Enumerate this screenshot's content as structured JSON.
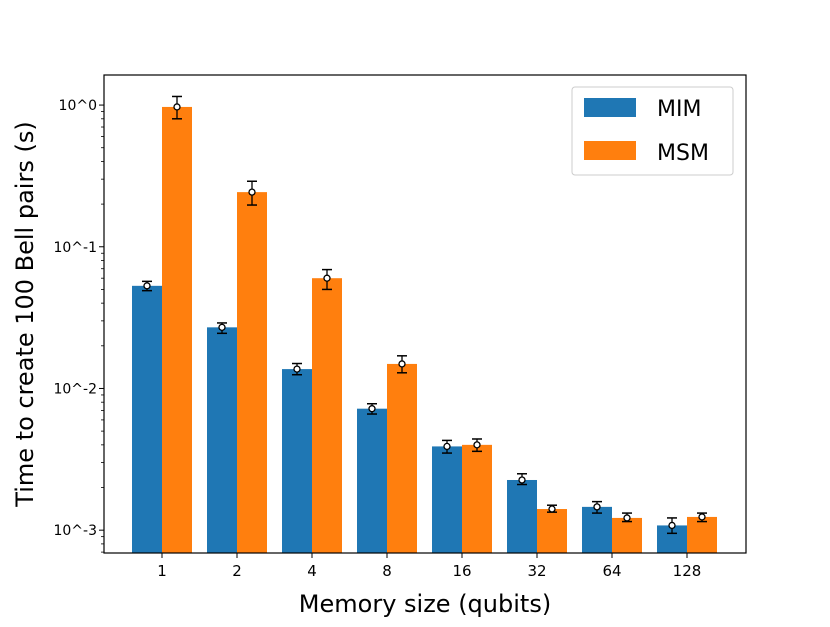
{
  "chart_data": {
    "type": "bar",
    "title": "",
    "xlabel": "Memory size (qubits)",
    "ylabel": "Time to create 100 Bell pairs (s)",
    "yscale": "log",
    "ylim": [
      0.00069,
      1.63
    ],
    "yticks": [
      {
        "value": 1,
        "label": "10^0"
      },
      {
        "value": 0.1,
        "label": "10^-1"
      },
      {
        "value": 0.01,
        "label": "10^-2"
      },
      {
        "value": 0.001,
        "label": "10^-3"
      }
    ],
    "categories": [
      "1",
      "2",
      "4",
      "8",
      "16",
      "32",
      "64",
      "128"
    ],
    "grid": false,
    "legend": "top-right",
    "series": [
      {
        "name": "MIM",
        "color": "#1f77b4",
        "values": [
          0.053,
          0.027,
          0.0137,
          0.0072,
          0.0039,
          0.00226,
          0.00146,
          0.00108
        ],
        "err_low": [
          0.049,
          0.0245,
          0.0125,
          0.0066,
          0.0035,
          0.0021,
          0.00132,
          0.00095
        ],
        "err_high": [
          0.057,
          0.029,
          0.015,
          0.0078,
          0.0043,
          0.0025,
          0.00159,
          0.00122
        ]
      },
      {
        "name": "MSM",
        "color": "#ff7f0e",
        "values": [
          0.97,
          0.243,
          0.06,
          0.0149,
          0.004,
          0.00141,
          0.00122,
          0.00124
        ],
        "err_low": [
          0.8,
          0.197,
          0.05,
          0.0129,
          0.0036,
          0.00134,
          0.00115,
          0.00115
        ],
        "err_high": [
          1.15,
          0.29,
          0.069,
          0.017,
          0.0044,
          0.0015,
          0.00132,
          0.00132
        ]
      }
    ]
  }
}
